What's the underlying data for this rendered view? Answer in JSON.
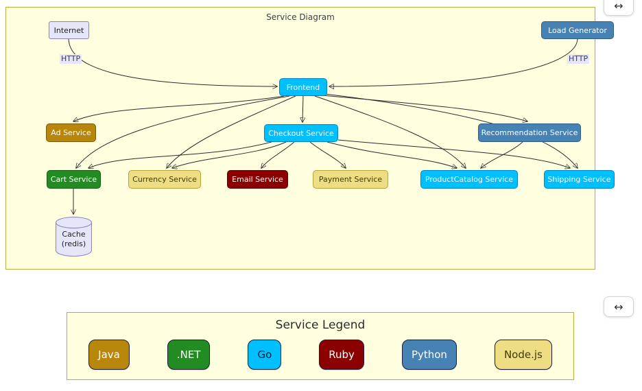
{
  "diagram_panel": {
    "title": "Service Diagram",
    "expand_icon": "↔",
    "edge_label_left": "HTTP",
    "edge_label_right": "HTTP",
    "nodes": [
      {
        "id": "internet",
        "label": "Internet",
        "bg": "#e6e6fa",
        "fg": "#1f1f1f",
        "border": "#8d80c0"
      },
      {
        "id": "load-generator",
        "label": "Load Generator",
        "bg": "#4682b4",
        "fg": "#ffffff",
        "border": "#2f5d85"
      },
      {
        "id": "frontend",
        "label": "Frontend",
        "bg": "#00bfff",
        "fg": "#ffffff",
        "border": "#0087b8"
      },
      {
        "id": "ad-service",
        "label": "Ad Service",
        "bg": "#b8860b",
        "fg": "#ffffff",
        "border": "#7d5a06"
      },
      {
        "id": "checkout-service",
        "label": "Checkout Service",
        "bg": "#00bfff",
        "fg": "#ffffff",
        "border": "#0087b8"
      },
      {
        "id": "recommendation-service",
        "label": "Recommendation Service",
        "bg": "#4682b4",
        "fg": "#ffffff",
        "border": "#2f5d85"
      },
      {
        "id": "cart-service",
        "label": "Cart Service",
        "bg": "#228b22",
        "fg": "#ffffff",
        "border": "#155c15"
      },
      {
        "id": "currency-service",
        "label": "Currency Service",
        "bg": "#eedd82",
        "fg": "#3d3d00",
        "border": "#b3a33c"
      },
      {
        "id": "email-service",
        "label": "Email Service",
        "bg": "#8b0000",
        "fg": "#ffffff",
        "border": "#570000"
      },
      {
        "id": "payment-service",
        "label": "Payment Service",
        "bg": "#eedd82",
        "fg": "#3d3d00",
        "border": "#b3a33c"
      },
      {
        "id": "productcatalog-service",
        "label": "ProductCatalog Service",
        "bg": "#00bfff",
        "fg": "#ffffff",
        "border": "#0087b8"
      },
      {
        "id": "shipping-service",
        "label": "Shipping Service",
        "bg": "#00bfff",
        "fg": "#ffffff",
        "border": "#0087b8"
      },
      {
        "id": "cache",
        "label": "Cache",
        "sublabel": "(redis)",
        "bg": "#e6e6fa",
        "fg": "#1f1f1f",
        "border": "#8d80c0"
      }
    ],
    "edges": [
      {
        "from": "internet",
        "to": "frontend",
        "label": "HTTP"
      },
      {
        "from": "load-generator",
        "to": "frontend",
        "label": "HTTP"
      },
      {
        "from": "frontend",
        "to": "ad-service"
      },
      {
        "from": "frontend",
        "to": "checkout-service"
      },
      {
        "from": "frontend",
        "to": "recommendation-service"
      },
      {
        "from": "frontend",
        "to": "cart-service"
      },
      {
        "from": "frontend",
        "to": "currency-service"
      },
      {
        "from": "frontend",
        "to": "productcatalog-service"
      },
      {
        "from": "frontend",
        "to": "shipping-service"
      },
      {
        "from": "checkout-service",
        "to": "cart-service"
      },
      {
        "from": "checkout-service",
        "to": "currency-service"
      },
      {
        "from": "checkout-service",
        "to": "email-service"
      },
      {
        "from": "checkout-service",
        "to": "payment-service"
      },
      {
        "from": "checkout-service",
        "to": "productcatalog-service"
      },
      {
        "from": "checkout-service",
        "to": "shipping-service"
      },
      {
        "from": "recommendation-service",
        "to": "productcatalog-service"
      },
      {
        "from": "cart-service",
        "to": "cache"
      }
    ]
  },
  "legend_panel": {
    "title": "Service Legend",
    "expand_icon": "↔",
    "items": [
      {
        "label": "Java",
        "bg": "#b8860b",
        "fg": "#ffffff"
      },
      {
        "label": ".NET",
        "bg": "#228b22",
        "fg": "#ffffff"
      },
      {
        "label": "Go",
        "bg": "#00bfff",
        "fg": "#10223c"
      },
      {
        "label": "Ruby",
        "bg": "#8b0000",
        "fg": "#ffffff"
      },
      {
        "label": "Python",
        "bg": "#4682b4",
        "fg": "#ffffff"
      },
      {
        "label": "Node.js",
        "bg": "#eedd82",
        "fg": "#3d3d00"
      }
    ]
  },
  "colors": {
    "panel_bg": "#ffffe0",
    "panel_border": "#b0b040",
    "edge": "#2b2b2b"
  }
}
